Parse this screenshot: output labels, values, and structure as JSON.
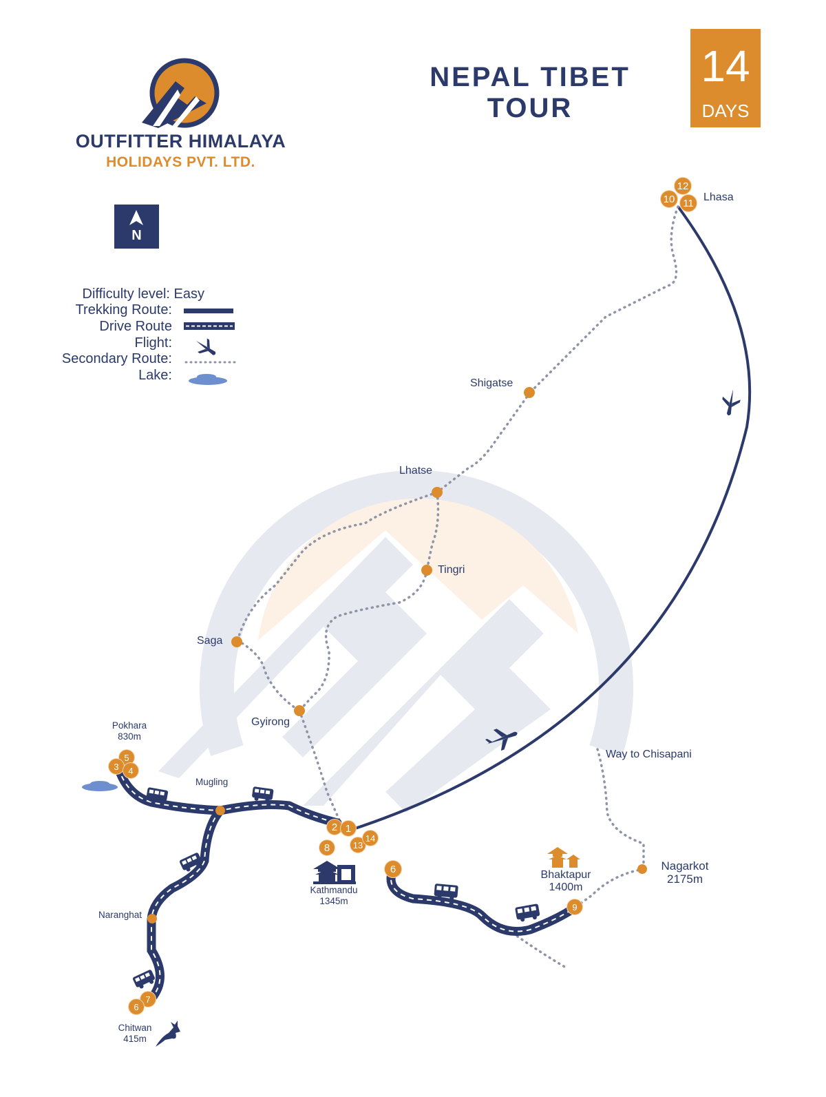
{
  "brand": {
    "name": "OUTFITTER HIMALAYA",
    "subtitle": "HOLIDAYS PVT. LTD."
  },
  "header": {
    "title": "NEPAL TIBET TOUR",
    "days_number": "14",
    "days_label": "DAYS"
  },
  "compass": {
    "label": "N",
    "icon": "north-arrow-icon"
  },
  "legend": {
    "difficulty": "Difficulty level: Easy",
    "trekking": "Trekking Route:",
    "drive": "Drive Route",
    "flight": "Flight:",
    "secondary": "Secondary Route:",
    "lake": "Lake:"
  },
  "places": {
    "lhasa": "Lhasa",
    "shigatse": "Shigatse",
    "lhatse": "Lhatse",
    "tingri": "Tingri",
    "saga": "Saga",
    "gyirong": "Gyirong",
    "pokhara": "Pokhara",
    "pokhara_alt": "830m",
    "mugling": "Mugling",
    "naranghat": "Naranghat",
    "chitwan": "Chitwan",
    "chitwan_alt": "415m",
    "kathmandu": "Kathmandu",
    "kathmandu_alt": "1345m",
    "bhaktapur": "Bhaktapur",
    "bhaktapur_alt": "1400m",
    "nagarkot": "Nagarkot",
    "nagarkot_alt": "2175m",
    "chisapani": "Way to Chisapani"
  },
  "stops": {
    "lhasa": [
      "12",
      "10",
      "11"
    ],
    "pokhara": [
      "5",
      "3",
      "4"
    ],
    "kathmandu": [
      "2",
      "1",
      "8",
      "13",
      "14"
    ],
    "chitwan": [
      "7",
      "6"
    ],
    "bhaktapur_route_start": "6",
    "bhaktapur": "9"
  },
  "colors": {
    "navy": "#2b3a6b",
    "orange": "#dc8c2c",
    "secondary_route": "#8e93a6",
    "lake": "#6d8fcf",
    "watermark_gray": "#e6e9f0",
    "watermark_peach": "#fdf1e6"
  }
}
